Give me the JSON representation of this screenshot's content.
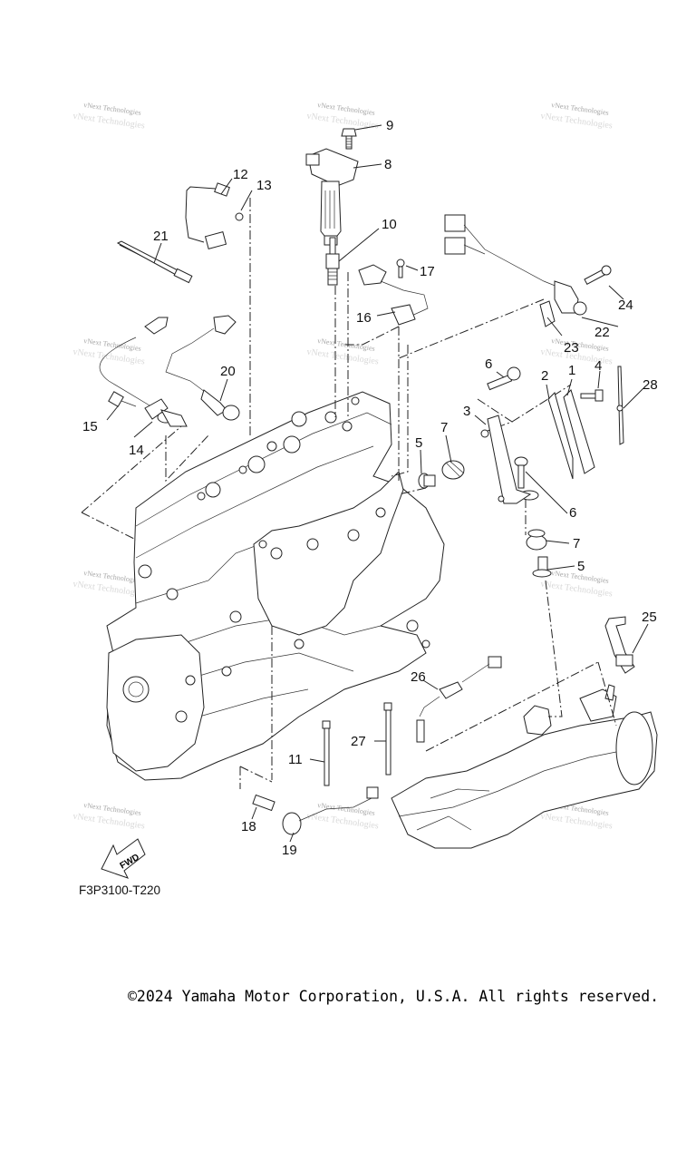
{
  "diagram": {
    "title_code": "F3P3100-T220",
    "fwd_arrow_label": "FWD",
    "watermark_text": "vNext Technologies",
    "callouts": [
      "1",
      "2",
      "3",
      "4",
      "5",
      "5",
      "6",
      "6",
      "7",
      "7",
      "8",
      "9",
      "10",
      "11",
      "12",
      "13",
      "14",
      "15",
      "16",
      "17",
      "18",
      "19",
      "20",
      "21",
      "22",
      "23",
      "24",
      "25",
      "26",
      "27",
      "28"
    ]
  },
  "footer": {
    "copyright": "©2024 Yamaha Motor Corporation, U.S.A. All rights reserved."
  }
}
